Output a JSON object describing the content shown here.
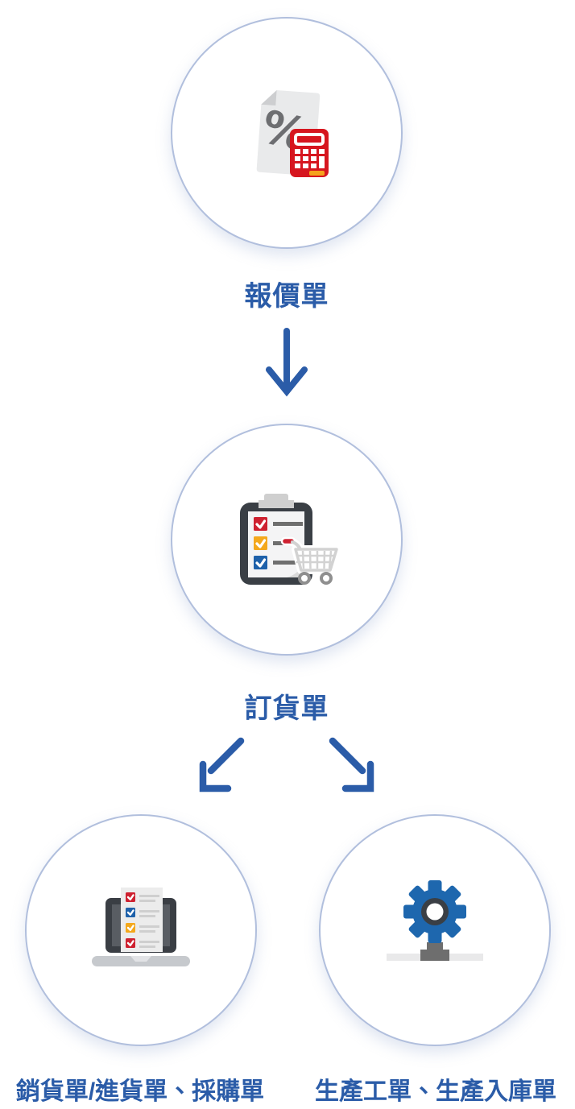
{
  "flow": {
    "nodes": [
      {
        "id": "quotation",
        "label": "報價單",
        "icon": "quotation-document-calculator-icon"
      },
      {
        "id": "order",
        "label": "訂貨單",
        "icon": "order-clipboard-cart-icon"
      },
      {
        "id": "sales",
        "label": "銷貨單/進貨單、採購單",
        "icon": "sales-laptop-checklist-icon"
      },
      {
        "id": "production",
        "label": "生產工單、生產入庫單",
        "icon": "production-gear-network-icon"
      }
    ],
    "connectors": [
      {
        "from": "quotation",
        "to": "order",
        "direction": "down"
      },
      {
        "from": "order",
        "to": "sales",
        "direction": "down-left"
      },
      {
        "from": "order",
        "to": "production",
        "direction": "down-right"
      }
    ]
  },
  "colors": {
    "label_blue": "#2b5ca8",
    "arrow_blue": "#2b5ca8",
    "circle_border": "#b1bfdd",
    "gear_blue": "#1e67ae",
    "check_red": "#ce2130",
    "check_orange": "#f4a81c",
    "check_blue": "#1e61aa",
    "calculator_red": "#d6161f",
    "calculator_orange_key": "#f5a31d",
    "dark_gray": "#3a3f45",
    "light_gray": "#e9e9ea"
  }
}
